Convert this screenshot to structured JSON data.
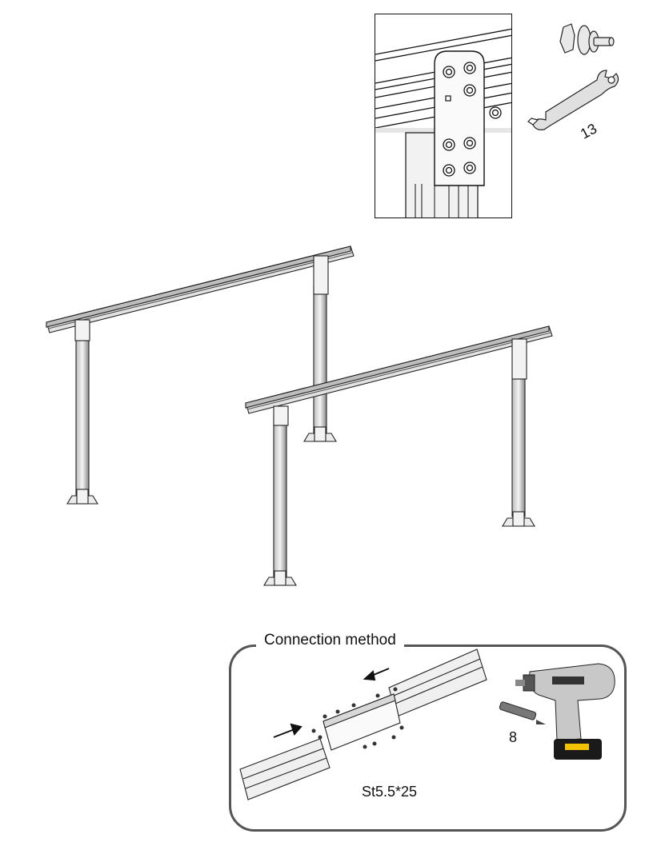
{
  "detail_view": {
    "description_icon": "bolted-plate-detail"
  },
  "tools": {
    "wrench_size": "13",
    "bit_size": "8",
    "bolt_icon": "bolt-nut-washer-icon",
    "wrench_icon": "wrench-icon",
    "drill_icon": "cordless-drill-icon",
    "bit_icon": "drill-bit-icon"
  },
  "assembly": {
    "frame_icon": "two-leg-rail-frames"
  },
  "connection": {
    "title": "Connection method",
    "screw_spec": "St5.5*25"
  },
  "colors": {
    "line": "#111111",
    "panel_border": "#555555",
    "metal": "#d9d9d9"
  }
}
